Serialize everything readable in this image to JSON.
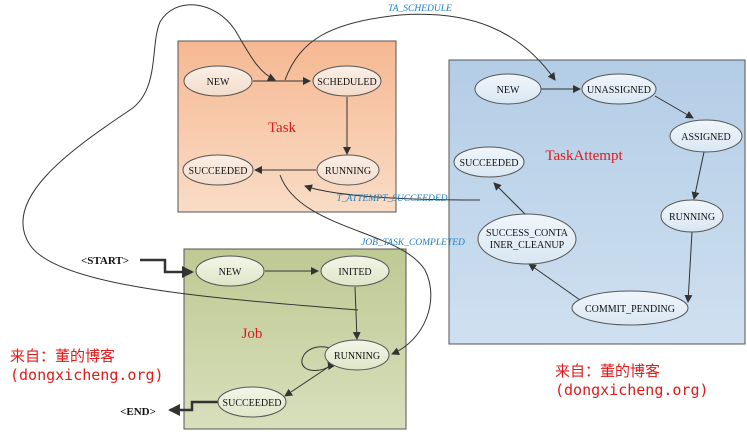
{
  "task": {
    "title": "Task",
    "states": {
      "new": "NEW",
      "scheduled": "SCHEDULED",
      "running": "RUNNING",
      "succeeded": "SUCCEEDED"
    }
  },
  "attempt": {
    "title": "TaskAttempt",
    "states": {
      "new": "NEW",
      "unassigned": "UNASSIGNED",
      "assigned": "ASSIGNED",
      "running": "RUNNING",
      "commit_pending": "COMMIT_PENDING",
      "cleanup_line1": "SUCCESS_CONTA",
      "cleanup_line2": "INER_CLEANUP",
      "succeeded": "SUCCEEDED"
    }
  },
  "job": {
    "title": "Job",
    "states": {
      "new": "NEW",
      "inited": "INITED",
      "running": "RUNNING",
      "succeeded": "SUCCEEDED"
    },
    "start": "<START>",
    "end": "<END>"
  },
  "events": {
    "ta_schedule": "TA_SCHEDULE",
    "t_attempt_succeeded": "T_ATTEMPT_SUCCEEDED",
    "job_task_completed": "JOB_TASK_COMPLETED"
  },
  "watermark": {
    "line1": "来自：董的博客",
    "line2": "(dongxicheng.org)"
  },
  "colors": {
    "task_box": "#f7c6a4",
    "attempt_box": "#c2d8ec",
    "job_box": "#cdd5a9",
    "title_red": "#e01a1a",
    "label_blue": "#1f7fc0"
  }
}
